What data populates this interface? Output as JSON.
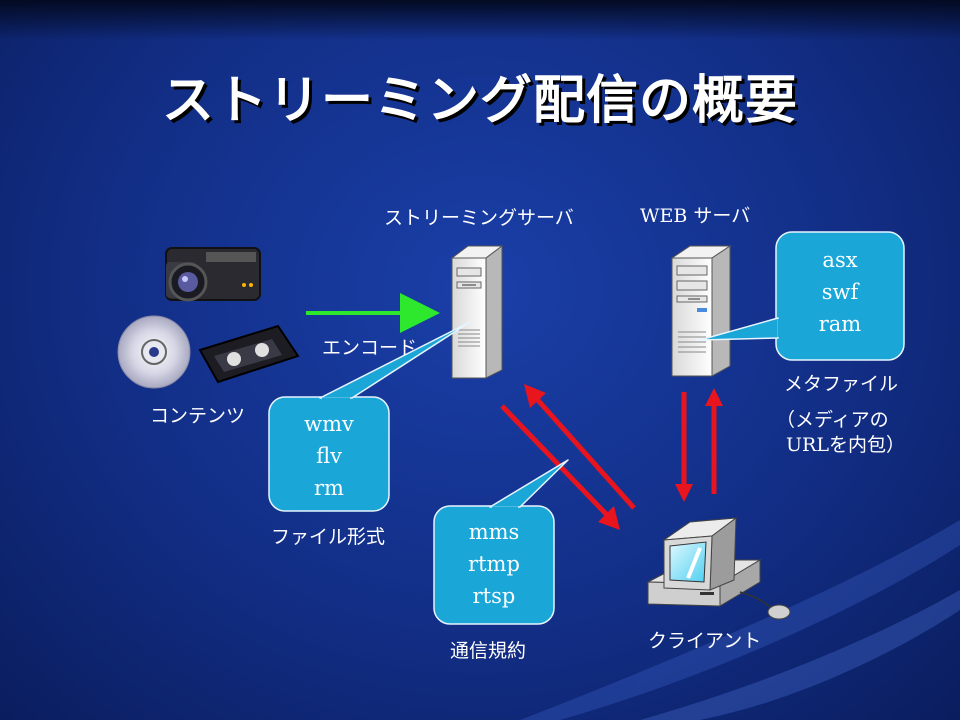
{
  "title": "ストリーミング配信の概要",
  "labels": {
    "streaming_server": "ストリーミングサーバ",
    "web_server_prefix": "WEB",
    "web_server_suffix": "サーバ",
    "encode": "エンコード",
    "contents": "コンテンツ",
    "meta_file": "メタファイル",
    "meta_note_line1": "（メディアの",
    "meta_note_line2_prefix": "URL",
    "meta_note_line2_suffix": "を内包）",
    "file_format": "ファイル形式",
    "protocol": "通信規約",
    "client": "クライアント"
  },
  "bubbles": {
    "meta_formats": [
      "asx",
      "swf",
      "ram"
    ],
    "media_formats": [
      "wmv",
      "flv",
      "rm"
    ],
    "protocols": [
      "mms",
      "rtmp",
      "rtsp"
    ]
  },
  "colors": {
    "bubble_fill": "#1aa7d8",
    "bubble_stroke": "#e8f4ff",
    "encode_arrow": "#2ee82e",
    "traffic_arrow": "#e8141e"
  }
}
